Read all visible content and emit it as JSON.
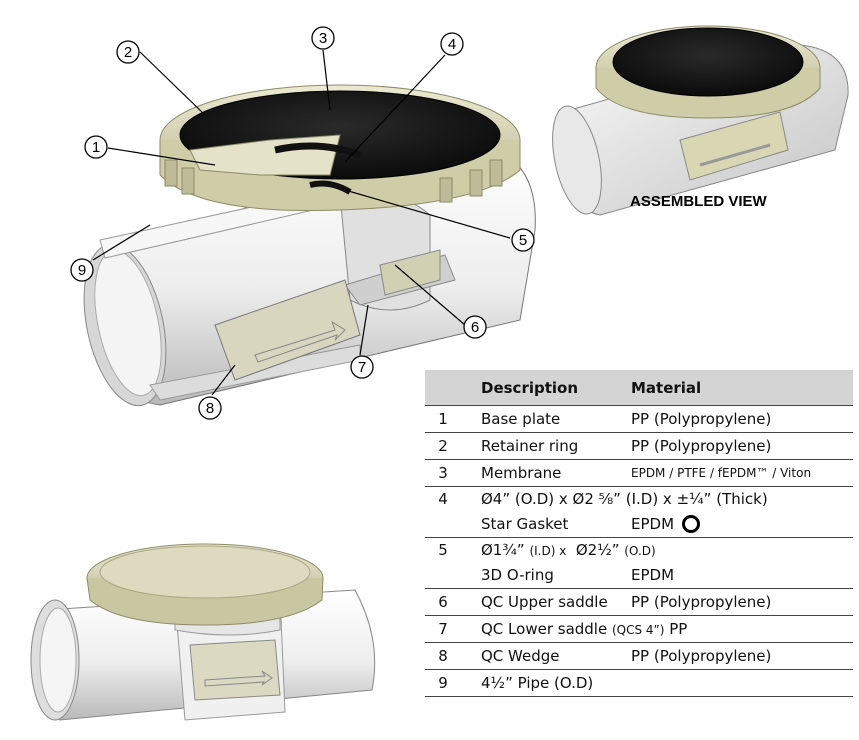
{
  "callouts": [
    "1",
    "2",
    "3",
    "4",
    "5",
    "6",
    "7",
    "8",
    "9"
  ],
  "assembled_label": "ASSEMBLED VIEW",
  "table": {
    "headers": {
      "number": "",
      "description": "Description",
      "material": "Material"
    },
    "rows": [
      {
        "num": "1",
        "desc": "Base plate",
        "mat": "PP (Polypropylene)"
      },
      {
        "num": "2",
        "desc": "Retainer ring",
        "mat": "PP (Polypropylene)"
      },
      {
        "num": "3",
        "desc": "Membrane",
        "mat": "EPDM / PTFE / fEPDM™ / Viton"
      },
      {
        "num": "4",
        "desc": "Ø4” (O.D) x Ø2 ⅝” (I.D) x ±¼” (Thick)",
        "desc2": "Star Gasket",
        "mat2": "EPDM"
      },
      {
        "num": "5",
        "desc_a": "Ø1¾” ",
        "desc_a_small": "(I.D) x",
        "desc_b": "Ø2½” ",
        "desc_b_small": "(O.D)",
        "desc2": "3D O-ring",
        "mat2": "EPDM"
      },
      {
        "num": "6",
        "desc": "QC Upper saddle",
        "mat": "PP (Polypropylene)"
      },
      {
        "num": "7",
        "desc": "QC Lower saddle ",
        "desc_small": "(QCS 4”)",
        "mat": "PP"
      },
      {
        "num": "8",
        "desc": "QC Wedge",
        "mat": "PP (Polypropylene)"
      },
      {
        "num": "9",
        "desc": "4½” Pipe (O.D)",
        "mat": ""
      }
    ]
  },
  "colors": {
    "pipe": "#eeeeee",
    "plastic": "#d9d6b4",
    "membrane": "#141414",
    "header_bg": "#d4d4d4"
  }
}
